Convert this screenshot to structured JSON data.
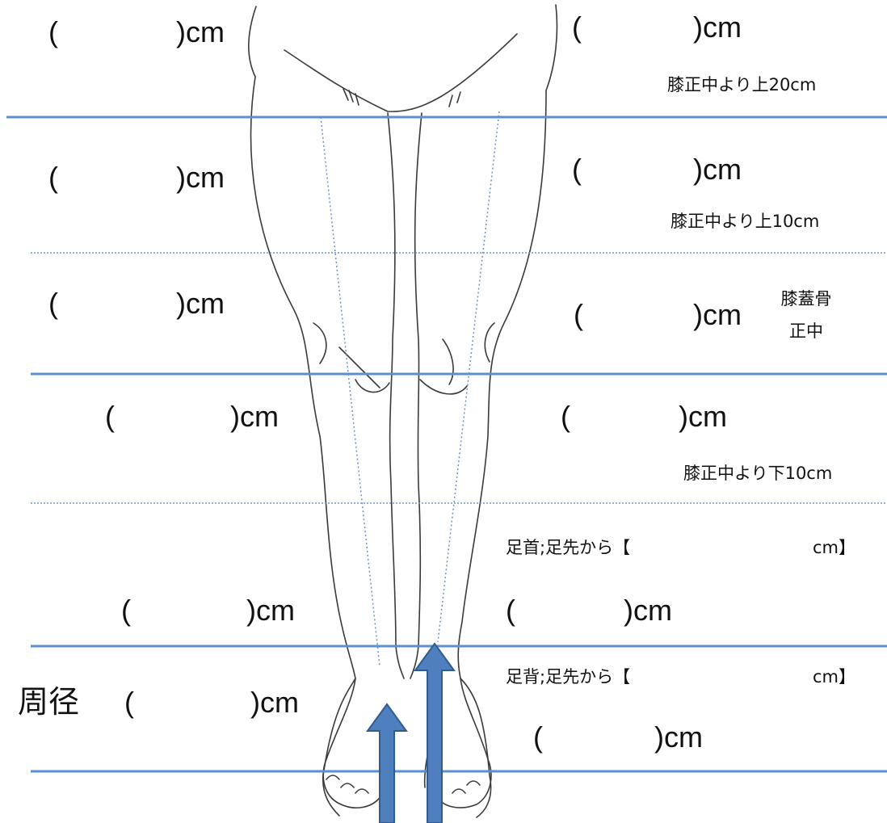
{
  "measure_labels": {
    "thigh20_left_open": "(",
    "thigh20_left_unit": ")cm",
    "thigh20_right_open": "(",
    "thigh20_right_unit": ")cm",
    "thigh10_left_open": "(",
    "thigh10_left_unit": ")cm",
    "thigh10_right_open": "(",
    "thigh10_right_unit": ")cm",
    "knee_left_open": "(",
    "knee_left_unit": ")cm",
    "knee_right_open": "(",
    "knee_right_unit": ")cm",
    "calf_left_open": "(",
    "calf_left_unit": ")cm",
    "calf_right_open": "(",
    "calf_right_unit": ")cm",
    "ankle_left_open": "(",
    "ankle_left_unit": ")cm",
    "ankle_right_open": "(",
    "ankle_right_unit": ")cm",
    "foot_left_open": "(",
    "foot_left_unit": ")cm",
    "foot_right_open": "(",
    "foot_right_unit": ")cm"
  },
  "notes": {
    "above20": "膝正中より上20cm",
    "above10": "膝正中より上10cm",
    "kneecap_line1": "膝蓋骨",
    "kneecap_line2": "正中",
    "below10": "膝正中より下10cm",
    "ankle_prefix": "足首;足先から【",
    "ankle_suffix": "cm】",
    "dorsum_prefix": "足背;足先から【",
    "dorsum_suffix": "cm】"
  },
  "circumference_title": "周径",
  "colors": {
    "line": "#5b8fd0",
    "dotted": "#6d93c6",
    "arrow_fill": "#4f7fbf",
    "arrow_stroke": "#2f5b8f",
    "sketch": "#3a3a3a"
  }
}
